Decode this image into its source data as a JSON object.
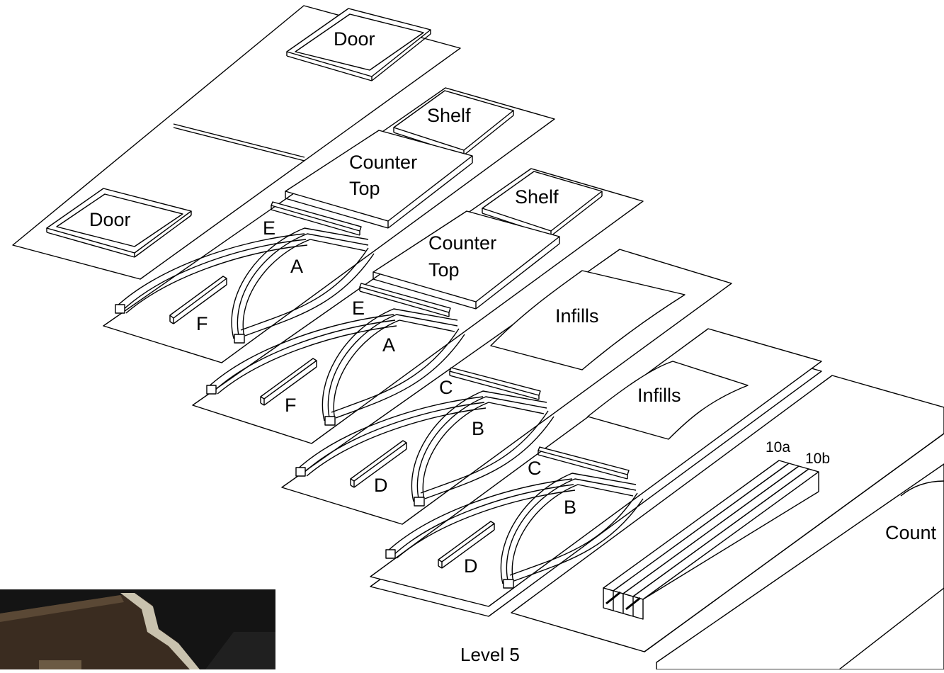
{
  "labels": {
    "door_top": "Door",
    "door_left": "Door",
    "shelf_1": "Shelf",
    "shelf_2": "Shelf",
    "counter_1_l1": "Counter",
    "counter_1_l2": "Top",
    "counter_2_l1": "Counter",
    "counter_2_l2": "Top",
    "infills_1": "Infills",
    "infills_2": "Infills",
    "part_e1": "E",
    "part_a1": "A",
    "part_f1": "F",
    "part_e2": "E",
    "part_a2": "A",
    "part_f2": "F",
    "part_c1": "C",
    "part_b1": "B",
    "part_d1": "D",
    "part_c2": "C",
    "part_b2": "B",
    "part_d2": "D",
    "part_10a": "10a",
    "part_10b": "10b",
    "counter_cut": "Count",
    "level": "Level 5"
  },
  "colors": {
    "line": "#000000",
    "sheet": "#ffffff",
    "photo_bg": "#141414"
  }
}
